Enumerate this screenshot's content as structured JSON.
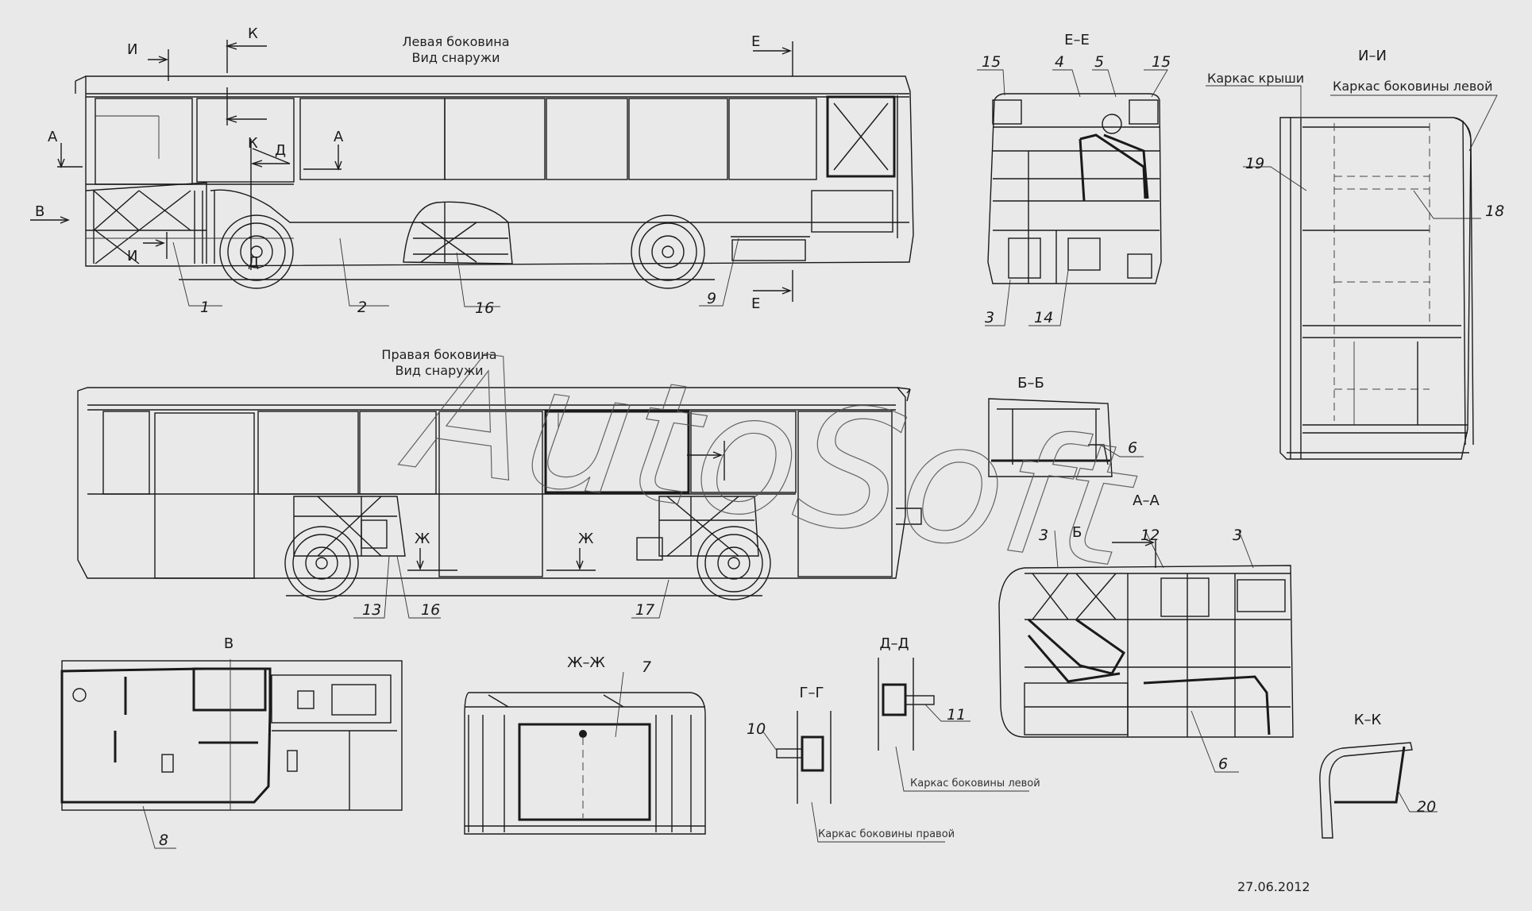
{
  "view_left": {
    "line1": "Левая боковина",
    "line2": "Вид снаружи"
  },
  "view_right": {
    "line1": "Правая боковина",
    "line2": "Вид снаружи"
  },
  "sections": {
    "I_top": "И",
    "K_top1": "К",
    "K_top2": "К",
    "D_top": "Д",
    "D_bottom": "Д",
    "A_left": "А",
    "A_right": "А",
    "V_left": "В",
    "I_bottom": "И",
    "E_top": "Е",
    "E_bottom": "Е",
    "Zh_1": "Ж",
    "Zh_2": "Ж",
    "B_arrow": "Б"
  },
  "section_titles": {
    "EE": "Е–Е",
    "II": "И–И",
    "BB": "Б–Б",
    "AA": "А–А",
    "V": "В",
    "ZhZh": "Ж–Ж",
    "GG": "Г–Г",
    "DD": "Д–Д",
    "KK": "К–К"
  },
  "labels": {
    "roof_frame": "Каркас крыши",
    "left_side_frame": "Каркас боковины левой",
    "left_side_frame2": "Каркас боковины левой",
    "right_side_frame": "Каркас боковины правой"
  },
  "parts": {
    "p1": "1",
    "p2": "2",
    "p16a": "16",
    "p9": "9",
    "p15a": "15",
    "p4": "4",
    "p5": "5",
    "p15b": "15",
    "p3a": "3",
    "p14": "14",
    "p19": "19",
    "p18": "18",
    "p6a": "6",
    "p13": "13",
    "p16b": "16",
    "p17": "17",
    "p3b": "3",
    "p12": "12",
    "p3c": "3",
    "p6b": "6",
    "p8": "8",
    "p7": "7",
    "p10": "10",
    "p11": "11",
    "p20": "20"
  },
  "watermark": "AutoSoft",
  "date": "27.06.2012"
}
